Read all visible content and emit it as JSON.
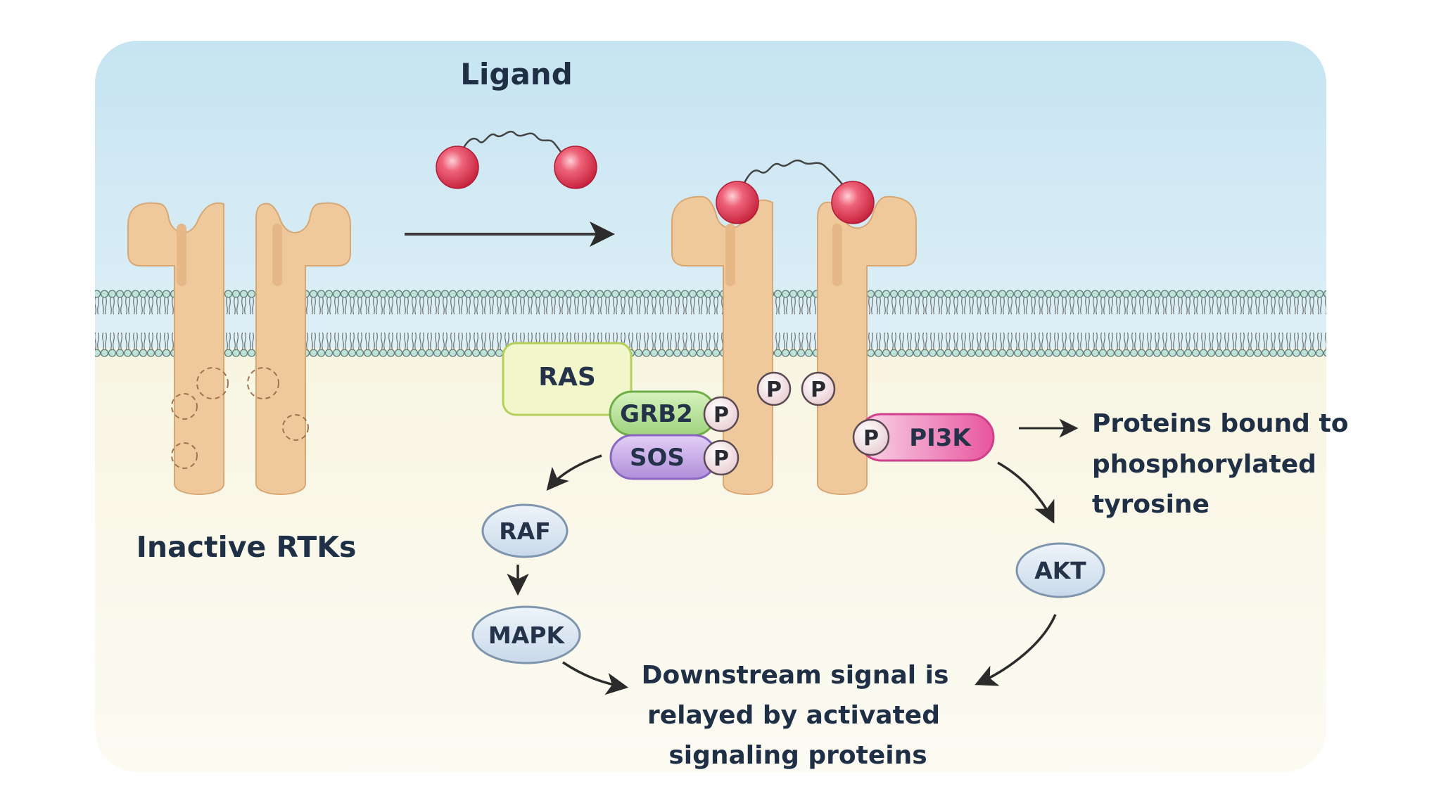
{
  "labels": {
    "ligand": "Ligand",
    "inactive": "Inactive RTKs",
    "proteins_bound": [
      "Proteins bound to",
      "phosphorylated",
      "tyrosine"
    ],
    "downstream": [
      "Downstream signal is",
      "relayed by activated",
      "signaling proteins"
    ]
  },
  "nodes": {
    "ras": "RAS",
    "grb2": "GRB2",
    "sos": "SOS",
    "pi3k": "PI3K",
    "raf": "RAF",
    "mapk": "MAPK",
    "akt": "AKT",
    "phospho": "P"
  },
  "colors": {
    "extracellular": "#cde8f4",
    "cytoplasm": "#faf7e6",
    "receptor": "#efc99c",
    "ligand_ball": "#e2465d",
    "ras": "#f1f6c6",
    "grb2": "#b5e29a",
    "sos": "#c7a9e6",
    "pi3k": "#f07bb8",
    "node": "#dbe7f3",
    "membrane_head": "#bfe0d6"
  },
  "icons": [
    "ligand-icon",
    "receptor-icon",
    "membrane-icon",
    "arrow-icon",
    "phosphate-icon"
  ]
}
